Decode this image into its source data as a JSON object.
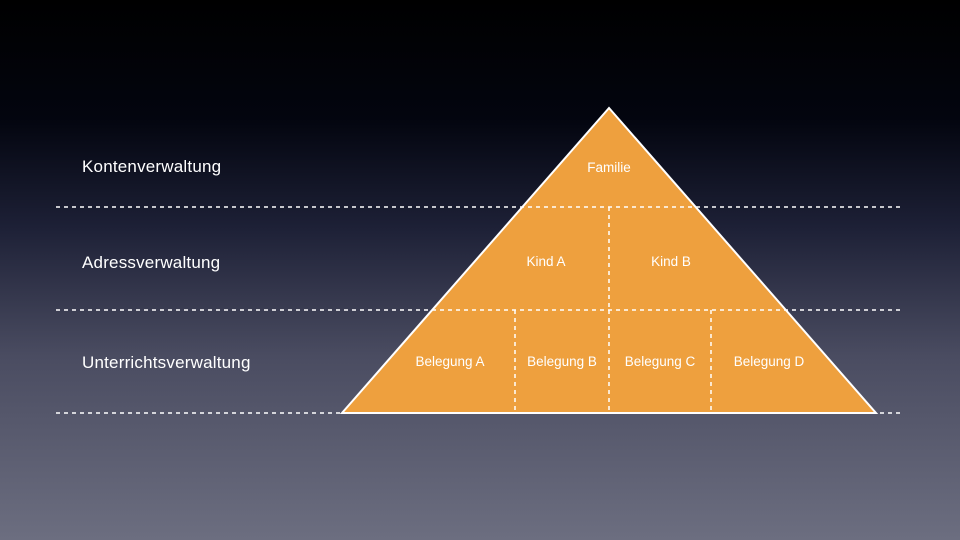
{
  "levels": [
    {
      "label": "Kontenverwaltung",
      "cells": [
        "Familie"
      ]
    },
    {
      "label": "Adressverwaltung",
      "cells": [
        "Kind A",
        "Kind B"
      ]
    },
    {
      "label": "Unterrichtsverwaltung",
      "cells": [
        "Belegung A",
        "Belegung B",
        "Belegung C",
        "Belegung D"
      ]
    }
  ],
  "colors": {
    "pyramid_fill": "#eea03e",
    "pyramid_stroke": "#ffffff",
    "divider": "#ffffff",
    "text": "#ffffff"
  }
}
